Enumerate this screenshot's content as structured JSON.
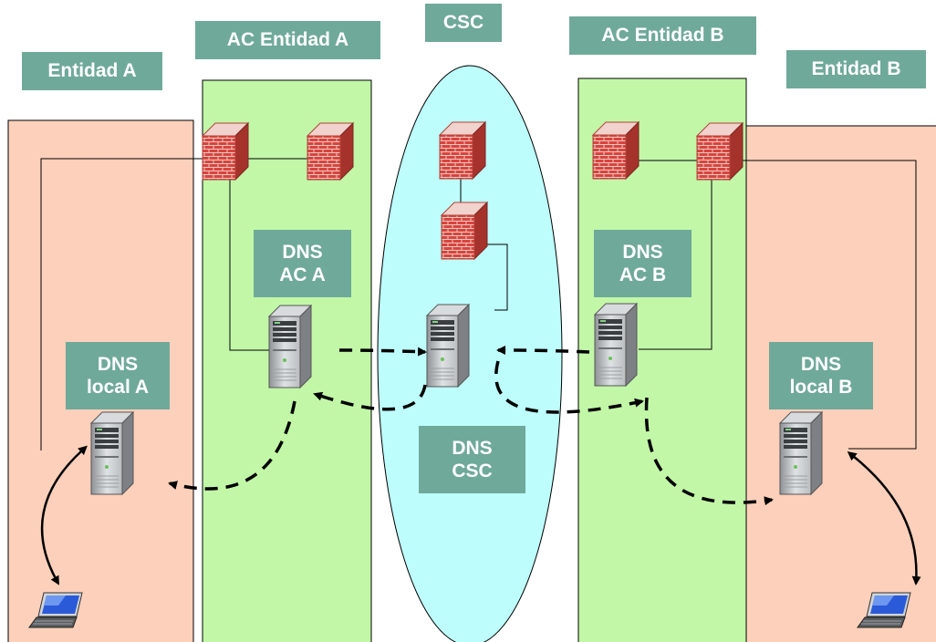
{
  "labels": {
    "entidad_a": "Entidad A",
    "ac_entidad_a": "AC Entidad A",
    "csc": "CSC",
    "ac_entidad_b": "AC Entidad B",
    "entidad_b": "Entidad B",
    "dns_ac_a": "DNS\nAC A",
    "dns_ac_b": "DNS\nAC B",
    "dns_local_a": "DNS\nlocal A",
    "dns_local_b": "DNS\nlocal B",
    "dns_csc": "DNS\nCSC"
  },
  "colors": {
    "entity_zone": "#fdd0bb",
    "ac_zone": "#c2f7a8",
    "csc_zone": "#bdfdfc",
    "label_bg": "#6fa99a",
    "label_text": "#ffffff",
    "firewall": "#d9534a"
  },
  "icons": [
    "firewall-icon",
    "server-icon",
    "laptop-icon"
  ]
}
